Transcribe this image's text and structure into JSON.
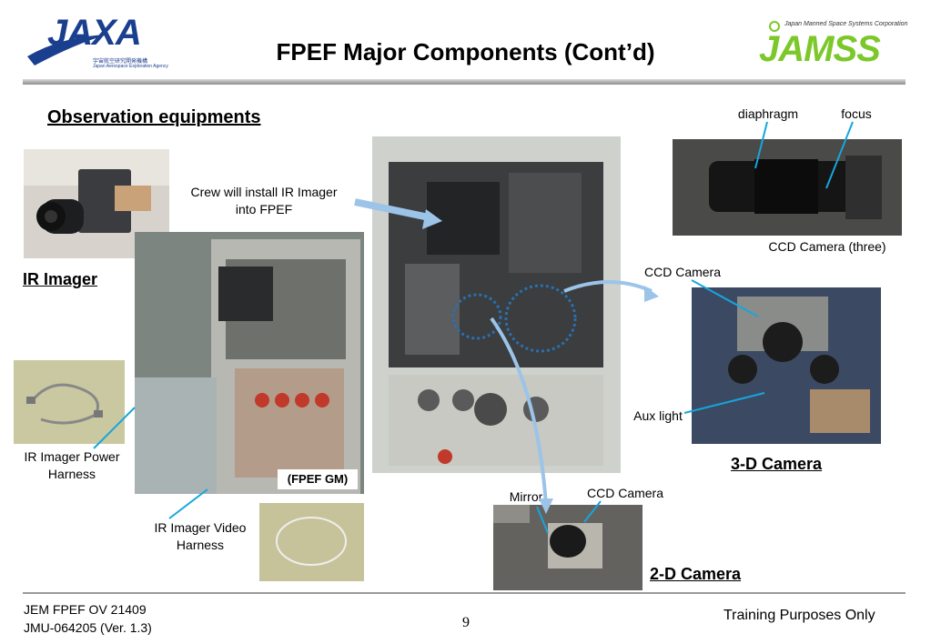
{
  "header": {
    "title": "FPEF Major Components (Cont’d)",
    "left_logo": {
      "text": "JAXA",
      "subtitle_jp": "宇宙航空研究開発機構",
      "subtitle_en": "Japan Aerospace Exploration Agency"
    },
    "right_logo": {
      "text": "JAMSS",
      "tagline": "Japan Manned Space Systems Corporation"
    }
  },
  "section_heading": "Observation equipments",
  "left": {
    "ir_imager_heading": "IR Imager",
    "power_harness": [
      "IR Imager Power",
      "Harness"
    ],
    "video_harness": [
      "IR Imager Video",
      "Harness"
    ],
    "fpef_gm_label": "(FPEF GM)"
  },
  "center": {
    "crew_note": [
      "Crew will install IR Imager",
      "into FPEF"
    ]
  },
  "right": {
    "diaphragm": "diaphragm",
    "focus": "focus",
    "ccd_three": "CCD Camera (three)",
    "ccd_camera_3d": "CCD Camera",
    "aux_light": "Aux light",
    "camera_3d_heading": "3-D Camera",
    "mirror": "Mirror",
    "ccd_camera_2d": "CCD Camera",
    "camera_2d_heading": "2-D Camera"
  },
  "footer": {
    "doc_line1": "JEM FPEF OV 21409",
    "doc_line2": "JMU-064205 (Ver. 1.3)",
    "page_number": "9",
    "notice": "Training Purposes Only"
  },
  "colors": {
    "jaxa_blue": "#1b3f8f",
    "jamss_green": "#7cc82a",
    "callout_cyan": "#16a6de",
    "arrow_blue": "#9cc4e8"
  }
}
